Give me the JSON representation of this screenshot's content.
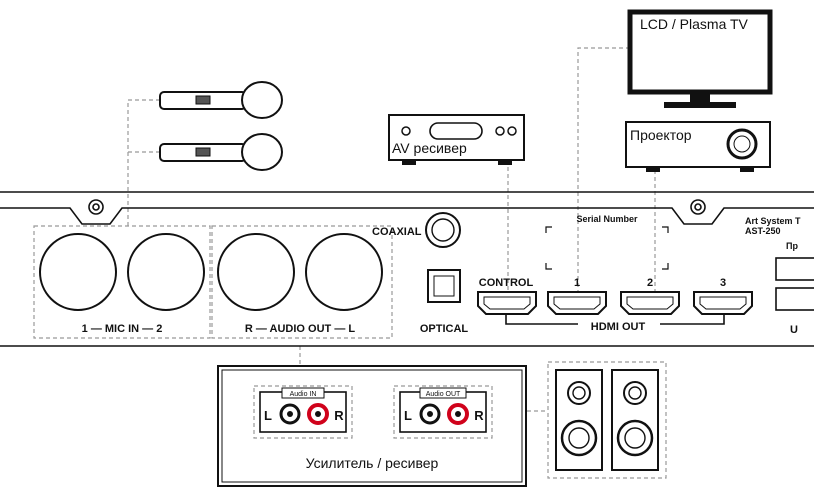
{
  "devices": {
    "tv": {
      "label": "LCD / Plasma TV"
    },
    "projector": {
      "label": "Проектор"
    },
    "av_receiver": {
      "label": "AV ресивер"
    },
    "amplifier": {
      "label": "Усилитель / ресивер",
      "audio_in_label": "Audio IN",
      "audio_out_label": "Audio OUT",
      "left": "L",
      "right": "R"
    }
  },
  "panel": {
    "coaxial": "COAXIAL",
    "optical": "OPTICAL",
    "control": "CONTROL",
    "mic_in": "1 — MIC IN — 2",
    "audio_out": "R — AUDIO OUT — L",
    "serial_number": "Serial Number",
    "hdmi_out": "HDMI OUT",
    "hdmi_ports": [
      "1",
      "2",
      "3"
    ],
    "model_line1": "Art System T",
    "model_line2": "AST-250",
    "cut_label_right": "Пр",
    "cut_label_bottom": "U"
  },
  "colors": {
    "line": "#111111",
    "dashed": "#999999",
    "rca_red": "#d0021b"
  }
}
